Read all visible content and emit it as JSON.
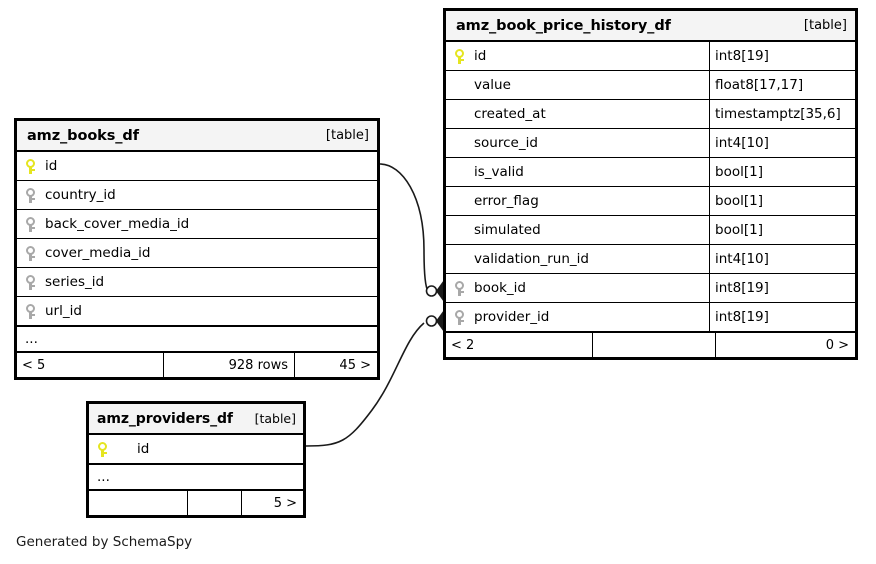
{
  "caption": "Generated by SchemaSpy",
  "table_tag": "[table]",
  "ellipsis": "...",
  "tables": {
    "price_history": {
      "name": "amz_book_price_history_df",
      "tag": "[table]",
      "columns": [
        {
          "name": "id",
          "type": "int8[19]",
          "key": "primary"
        },
        {
          "name": "value",
          "type": "float8[17,17]",
          "key": "none"
        },
        {
          "name": "created_at",
          "type": "timestamptz[35,6]",
          "key": "none"
        },
        {
          "name": "source_id",
          "type": "int4[10]",
          "key": "none"
        },
        {
          "name": "is_valid",
          "type": "bool[1]",
          "key": "none"
        },
        {
          "name": "error_flag",
          "type": "bool[1]",
          "key": "none"
        },
        {
          "name": "simulated",
          "type": "bool[1]",
          "key": "none"
        },
        {
          "name": "validation_run_id",
          "type": "int4[10]",
          "key": "none"
        },
        {
          "name": "book_id",
          "type": "int8[19]",
          "key": "foreign"
        },
        {
          "name": "provider_id",
          "type": "int8[19]",
          "key": "foreign"
        }
      ],
      "footer": {
        "left": "< 2",
        "middle": "",
        "right": "0 >"
      }
    },
    "books": {
      "name": "amz_books_df",
      "tag": "[table]",
      "columns": [
        {
          "name": "id",
          "type": "",
          "key": "primary"
        },
        {
          "name": "country_id",
          "type": "",
          "key": "foreign"
        },
        {
          "name": "back_cover_media_id",
          "type": "",
          "key": "foreign"
        },
        {
          "name": "cover_media_id",
          "type": "",
          "key": "foreign"
        },
        {
          "name": "series_id",
          "type": "",
          "key": "foreign"
        },
        {
          "name": "url_id",
          "type": "",
          "key": "foreign"
        }
      ],
      "footer": {
        "left": "< 5",
        "middle": "928 rows",
        "right": "45 >"
      }
    },
    "providers": {
      "name": "amz_providers_df",
      "tag": "[table]",
      "columns": [
        {
          "name": "id",
          "type": "",
          "key": "primary"
        }
      ],
      "footer": {
        "left": "",
        "middle": "",
        "right": "5 >"
      }
    }
  },
  "relationships": [
    {
      "from": "amz_books_df.id",
      "to": "amz_book_price_history_df.book_id"
    },
    {
      "from": "amz_providers_df.id",
      "to": "amz_book_price_history_df.provider_id"
    }
  ]
}
